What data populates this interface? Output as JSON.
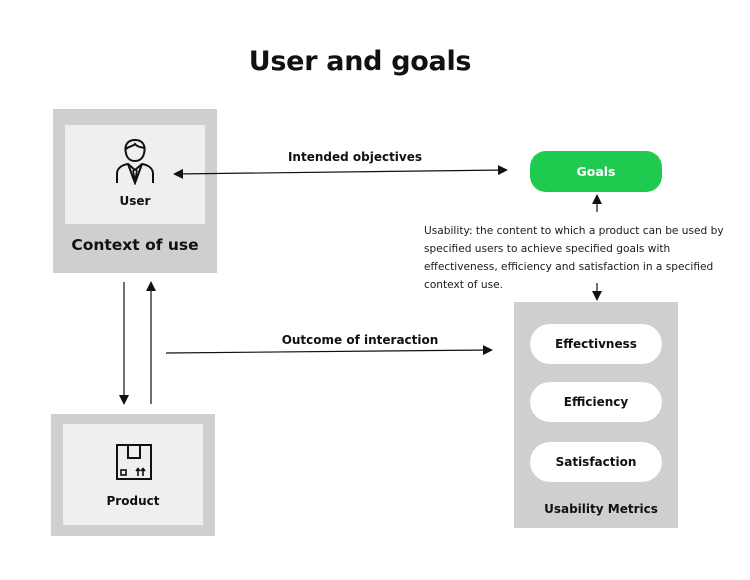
{
  "title": "User and goals",
  "context_box": {
    "user_label": "User",
    "label": "Context of use",
    "user_icon": "user-icon"
  },
  "product_box": {
    "label": "Product",
    "product_icon": "package-box-icon"
  },
  "goals": {
    "label": "Goals",
    "color": "#1ecb4f"
  },
  "arrows": {
    "intended_objectives": "Intended objectives",
    "outcome_of_interaction": "Outcome of interaction"
  },
  "definition": "Usability: the content to which a product can be used by specified users to achieve specified goals with effectiveness, efficiency and satisfaction in a specified context of use.",
  "metrics": {
    "label": "Usability Metrics",
    "items": [
      "Effectivness",
      "Efficiency",
      "Satisfaction"
    ]
  },
  "colors": {
    "box_outer": "#cfcfcf",
    "box_inner": "#efefef",
    "accent": "#1ecb4f"
  }
}
